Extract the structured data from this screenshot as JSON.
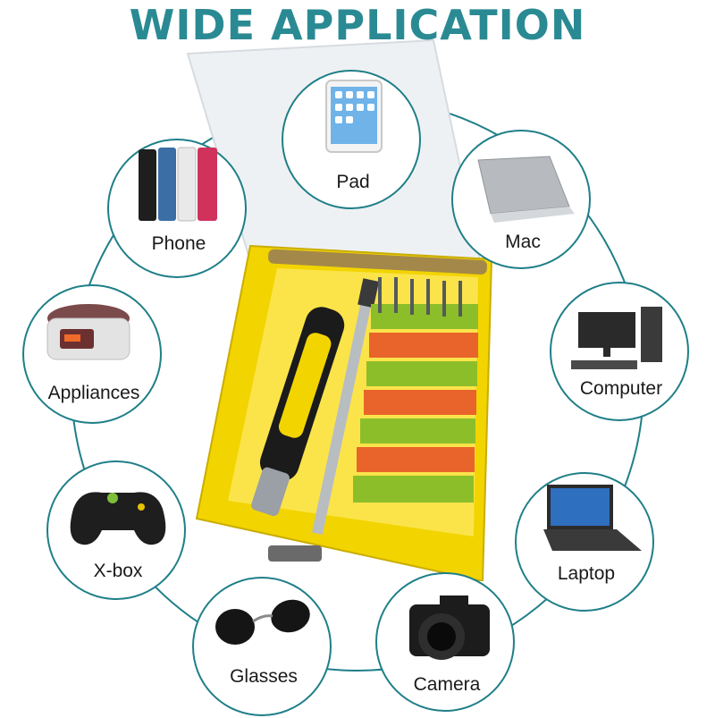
{
  "header": {
    "title": "WIDE APPLICATION"
  },
  "colors": {
    "title": "#2a8a93",
    "ring": "#1f7f88",
    "case_yellow": "#f2d400",
    "bit_orange": "#e8642a",
    "bit_green": "#8cbe2a"
  },
  "product": {
    "name": "screwdriver-set-case"
  },
  "applications": [
    {
      "label": "Pad",
      "icon": "tablet-icon"
    },
    {
      "label": "Phone",
      "icon": "smartphones-icon"
    },
    {
      "label": "Mac",
      "icon": "macbook-icon"
    },
    {
      "label": "Appliances",
      "icon": "rice-cooker-icon"
    },
    {
      "label": "Computer",
      "icon": "desktop-computer-icon"
    },
    {
      "label": "X-box",
      "icon": "game-controller-icon"
    },
    {
      "label": "Laptop",
      "icon": "laptop-icon"
    },
    {
      "label": "Glasses",
      "icon": "sunglasses-icon"
    },
    {
      "label": "Camera",
      "icon": "camera-icon"
    }
  ]
}
